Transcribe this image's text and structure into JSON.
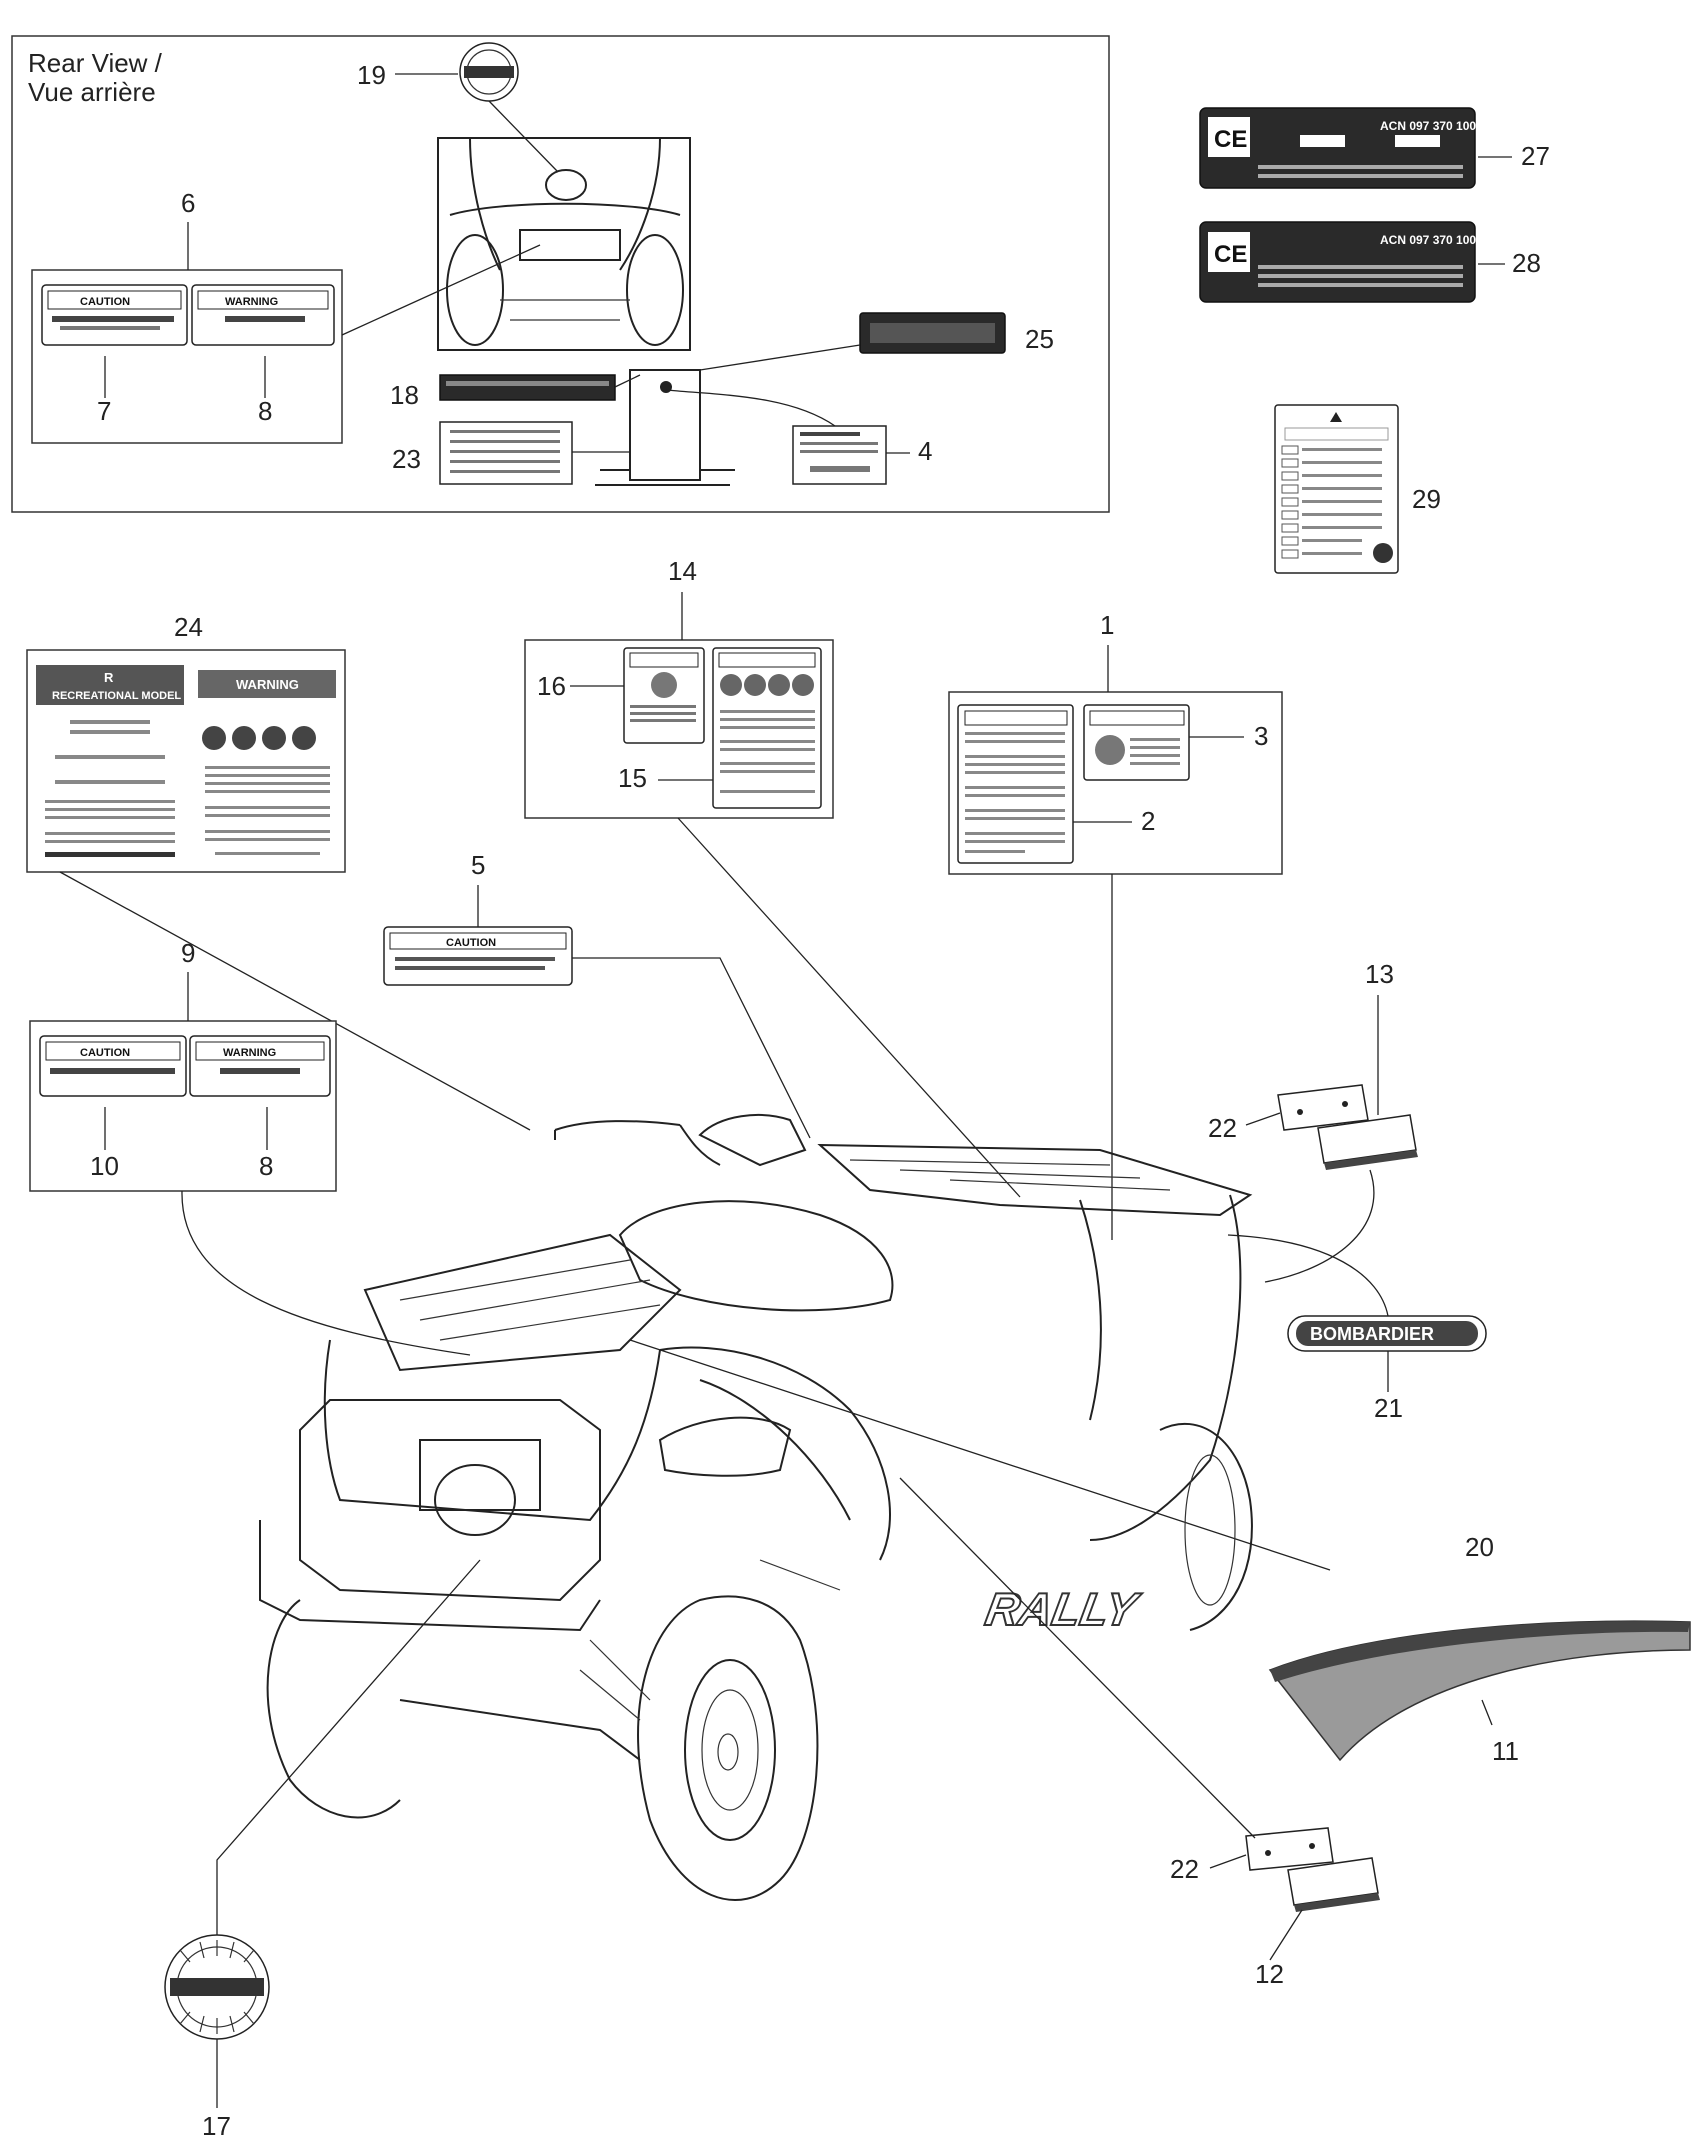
{
  "rear_view": {
    "title_line1": "Rear View /",
    "title_line2": "Vue arrière"
  },
  "callouts": {
    "c1": "1",
    "c2": "2",
    "c3": "3",
    "c4": "4",
    "c5": "5",
    "c6": "6",
    "c7": "7",
    "c8a": "8",
    "c8b": "8",
    "c9": "9",
    "c10": "10",
    "c11": "11",
    "c12": "12",
    "c13": "13",
    "c14": "14",
    "c15": "15",
    "c16": "16",
    "c17": "17",
    "c18": "18",
    "c19": "19",
    "c20": "20",
    "c21": "21",
    "c22a": "22",
    "c22b": "22",
    "c23": "23",
    "c24": "24",
    "c25": "25",
    "c27": "27",
    "c28": "28",
    "c29": "29"
  },
  "decal_text": {
    "caution": "CAUTION",
    "warning": "WARNING",
    "recreational_r": "R",
    "recreational_model": "RECREATIONAL MODEL",
    "ce": "CE",
    "acn": "ACN 097 370 100",
    "bombardier": "BOMBARDIER",
    "rally": "RALLY"
  },
  "colors": {
    "line": "#222222",
    "decal_dark": "#2a2a2a",
    "background": "#ffffff"
  }
}
